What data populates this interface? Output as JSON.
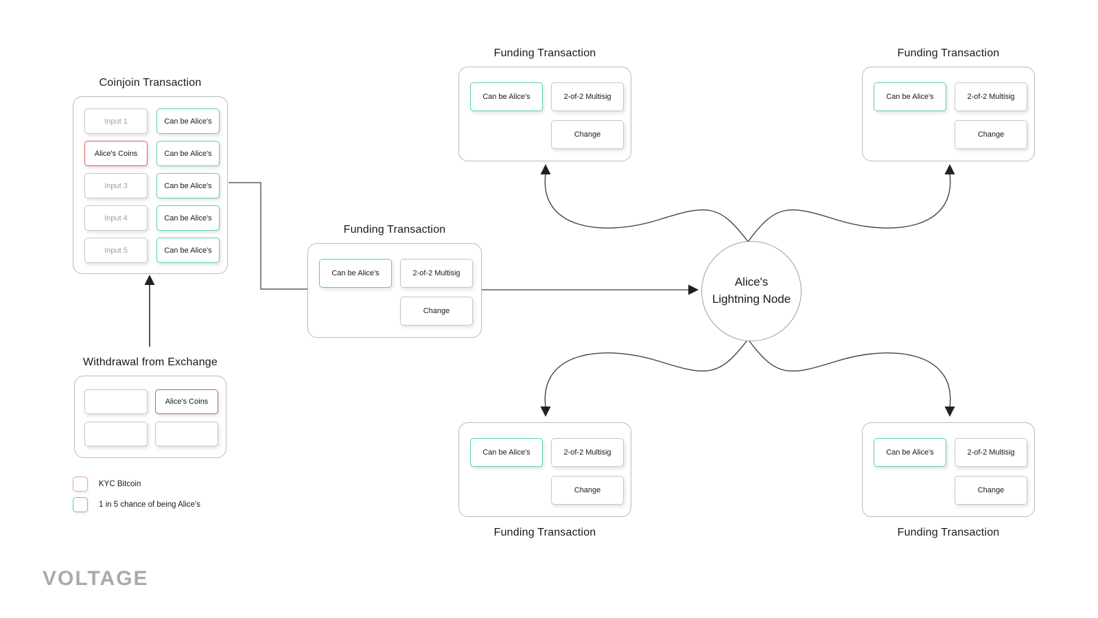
{
  "colors": {
    "kyc_red": "#de5b4e",
    "chance_green": "#57cfad",
    "border_gray": "#c6c6c6",
    "ink": "#17171f",
    "muted": "#9e9e9e"
  },
  "coinjoin": {
    "title": "Coinjoin Transaction",
    "inputs": [
      "Input 1",
      "Alice's Coins",
      "Input 3",
      "Input 4",
      "Input 5"
    ],
    "outputs": [
      "Can be Alice's",
      "Can be Alice's",
      "Can be Alice's",
      "Can be Alice's",
      "Can be Alice's"
    ]
  },
  "withdrawal": {
    "title": "Withdrawal from Exchange",
    "kyc_cell": "Alice's Coins"
  },
  "legend": {
    "kyc": "KYC Bitcoin",
    "chance": "1 in 5 chance of being Alice's"
  },
  "funding_transactions": [
    {
      "id": "middle",
      "title": "Funding Transaction",
      "outputs": {
        "alice": "Can be Alice's",
        "multisig": "2-of-2 Multisig",
        "change": "Change"
      }
    },
    {
      "id": "top-center",
      "title": "Funding Transaction",
      "outputs": {
        "alice": "Can be Alice's",
        "multisig": "2-of-2 Multisig",
        "change": "Change"
      }
    },
    {
      "id": "top-right",
      "title": "Funding Transaction",
      "outputs": {
        "alice": "Can be Alice's",
        "multisig": "2-of-2 Multisig",
        "change": "Change"
      }
    },
    {
      "id": "bottom-center",
      "title": "Funding Transaction",
      "outputs": {
        "alice": "Can be Alice's",
        "multisig": "2-of-2 Multisig",
        "change": "Change"
      }
    },
    {
      "id": "bottom-right",
      "title": "Funding Transaction",
      "outputs": {
        "alice": "Can be Alice's",
        "multisig": "2-of-2 Multisig",
        "change": "Change"
      }
    }
  ],
  "node": {
    "line1": "Alice's",
    "line2": "Lightning Node"
  },
  "brand": {
    "pre": "V",
    "o": "O",
    "rest": "LTAGE"
  }
}
